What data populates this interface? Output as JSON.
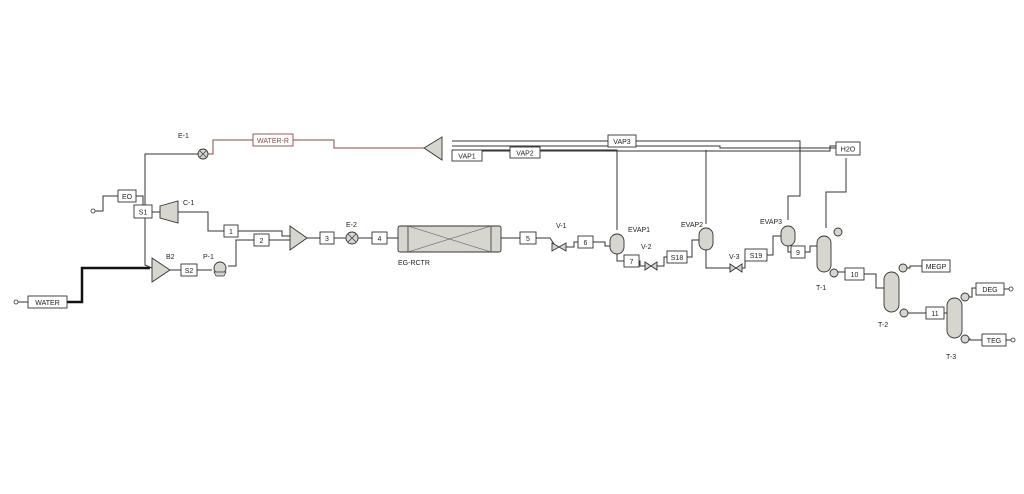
{
  "streams": {
    "water": "WATER",
    "eo": "EO",
    "s1": "S1",
    "s2": "S2",
    "s18": "S18",
    "s19": "S19",
    "n1": "1",
    "n2": "2",
    "n3": "3",
    "n4": "4",
    "n5": "5",
    "n6": "6",
    "n7": "7",
    "n9": "9",
    "n10": "10",
    "n11": "11",
    "water_r": "WATER-R",
    "vap1": "VAP1",
    "vap2": "VAP2",
    "vap3": "VAP3",
    "h2o": "H2O",
    "megp": "MEGP",
    "deg": "DEG",
    "teg": "TEG"
  },
  "blocks": {
    "e1": "E-1",
    "c1": "C-1",
    "b2": "B2",
    "p1": "P-1",
    "e2": "E-2",
    "reactor": "EG-RCTR",
    "v1": "V-1",
    "v2": "V-2",
    "v3": "V-3",
    "evap1": "EVAP1",
    "evap2": "EVAP2",
    "evap3": "EVAP3",
    "t1": "T-1",
    "t2": "T-2",
    "t3": "T-3"
  },
  "colors": {
    "recycle_stream": "#8a4a45",
    "equipment_fill": "#d6d6cf",
    "line": "#333333"
  }
}
